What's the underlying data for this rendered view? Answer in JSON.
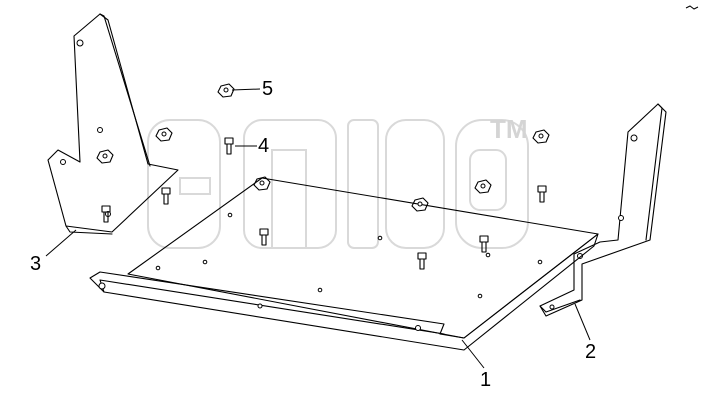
{
  "figure": {
    "callouts": [
      {
        "id": "callout-1",
        "label": "1"
      },
      {
        "id": "callout-2",
        "label": "2"
      },
      {
        "id": "callout-3",
        "label": "3"
      },
      {
        "id": "callout-4",
        "label": "4"
      },
      {
        "id": "callout-5",
        "label": "5"
      }
    ],
    "watermark": {
      "text": "agro",
      "trademark": "TM"
    },
    "colors": {
      "line": "#000000",
      "watermark": "#d4d4d4",
      "background": "#ffffff"
    }
  }
}
